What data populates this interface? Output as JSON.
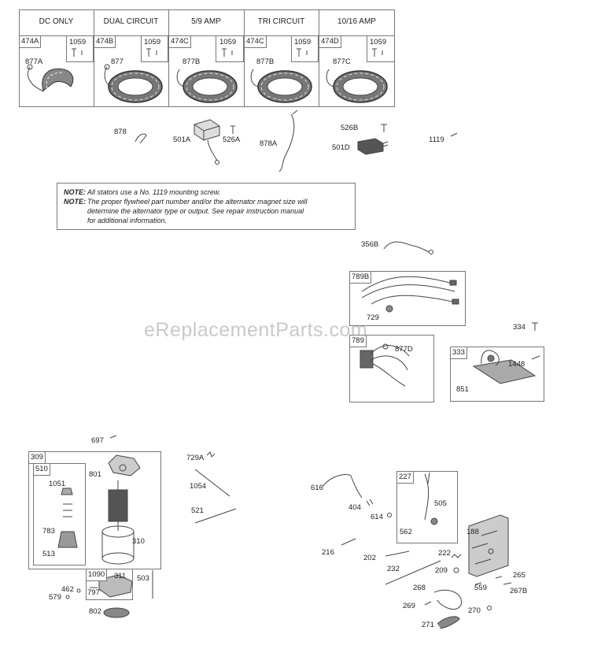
{
  "stator_columns": [
    {
      "header": "DC ONLY",
      "kit": "474A",
      "screw": "1059",
      "part": "877A"
    },
    {
      "header": "DUAL CIRCUIT",
      "kit": "474B",
      "screw": "1059",
      "part": "877"
    },
    {
      "header": "5/9 AMP",
      "kit": "474C",
      "screw": "1059",
      "part": "877B"
    },
    {
      "header": "TRI CIRCUIT",
      "kit": "474C",
      "screw": "1059",
      "part": "877B"
    },
    {
      "header": "10/16 AMP",
      "kit": "474D",
      "screw": "1059",
      "part": "877C"
    }
  ],
  "callouts": {
    "p878": "878",
    "p501A": "501A",
    "p526A": "526A",
    "p878A": "878A",
    "p526B": "526B",
    "p501D": "501D",
    "p1119": "1119",
    "p356B": "356B",
    "p789B": "789B",
    "p729": "729",
    "p789": "789",
    "p877D": "877D",
    "p334": "334",
    "p333": "333",
    "p1448": "1448",
    "p851": "851",
    "p697": "697",
    "p309": "309",
    "p510": "510",
    "p801": "801",
    "p1051": "1051",
    "p783": "783",
    "p513": "513",
    "p310": "310",
    "p1090": "1090",
    "p311": "311",
    "p462": "462",
    "p797": "797",
    "p503": "503",
    "p579": "579",
    "p802": "802",
    "p729A": "729A",
    "p1054": "1054",
    "p521": "521",
    "p616": "616",
    "p404": "404",
    "p614": "614",
    "p227": "227",
    "p505": "505",
    "p562": "562",
    "p188": "188",
    "p216": "216",
    "p202": "202",
    "p222": "222",
    "p232": "232",
    "p209": "209",
    "p265": "265",
    "p268": "268",
    "p559": "559",
    "p267B": "267B",
    "p269": "269",
    "p270": "270",
    "p271": "271"
  },
  "note": {
    "label1": "NOTE:",
    "text1": "All stators use a No. 1119 mounting screw.",
    "label2": "NOTE:",
    "text2a": "The proper flywheel part number and/or the alternator magnet size will",
    "text2b": "determine the alternator type or output. See repair instruction manual",
    "text2c": "for additional information."
  },
  "watermark": "eReplacementParts.com"
}
